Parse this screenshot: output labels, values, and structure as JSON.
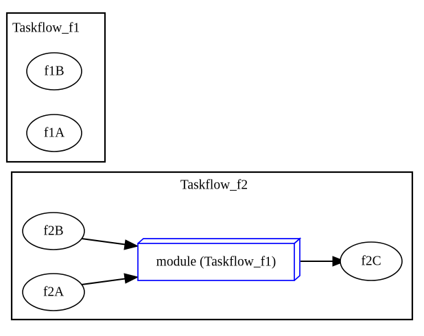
{
  "diagram": {
    "type": "graphviz-digraph",
    "background_color": "#ffffff",
    "default_stroke_color": "#000000",
    "accent_color": "#0000ff"
  },
  "clusters": [
    {
      "id": "cluster_f1",
      "title": "Taskflow_f1",
      "title_align": "left",
      "nodes": [
        "f1B",
        "f1A"
      ]
    },
    {
      "id": "cluster_f2",
      "title": "Taskflow_f2",
      "title_align": "center",
      "nodes": [
        "f2B",
        "f2A",
        "module_f1",
        "f2C"
      ]
    }
  ],
  "nodes": {
    "f1B": {
      "label": "f1B",
      "shape": "ellipse",
      "color": "#000000"
    },
    "f1A": {
      "label": "f1A",
      "shape": "ellipse",
      "color": "#000000"
    },
    "f2B": {
      "label": "f2B",
      "shape": "ellipse",
      "color": "#000000"
    },
    "f2A": {
      "label": "f2A",
      "shape": "ellipse",
      "color": "#000000"
    },
    "f2C": {
      "label": "f2C",
      "shape": "ellipse",
      "color": "#000000"
    },
    "module_f1": {
      "label": "module (Taskflow_f1)",
      "shape": "box3d",
      "color": "#0000ff"
    }
  },
  "edges": [
    {
      "from": "f2B",
      "to": "module_f1",
      "arrow": "normal"
    },
    {
      "from": "f2A",
      "to": "module_f1",
      "arrow": "normal"
    },
    {
      "from": "module_f1",
      "to": "f2C",
      "arrow": "normal"
    }
  ]
}
